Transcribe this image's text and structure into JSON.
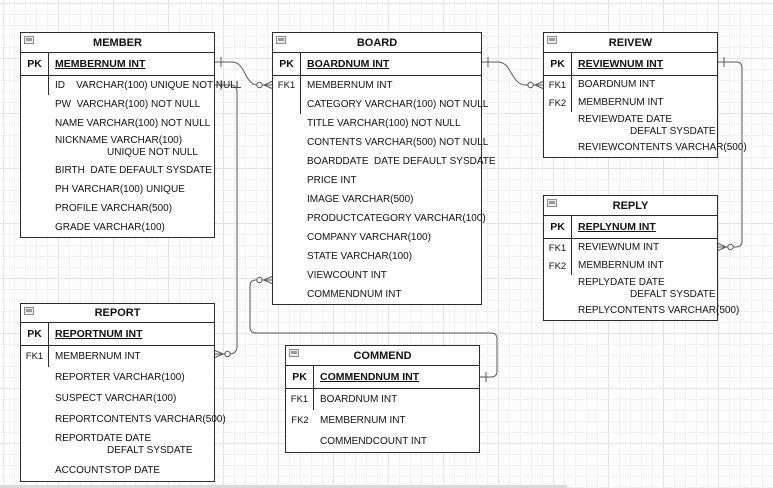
{
  "app": {
    "kind": "er-diagram",
    "canvas_background": "#fcfcfc",
    "grid_minor_color": "#f1f1f1",
    "grid_major_color": "#e3e3e3",
    "table_border_color": "#2b2b2b",
    "connector_color": "#595959"
  },
  "entities": [
    {
      "id": "member",
      "title": "MEMBER",
      "rows": [
        {
          "key": "PK",
          "text": "MEMBERNUM INT",
          "isPk": true
        },
        {
          "key": "",
          "text": "ID    VARCHAR(100) UNIQUE NOT NULL"
        },
        {
          "key": "",
          "text": "PW  VARCHAR(100) NOT NULL"
        },
        {
          "key": "",
          "text": "NAME VARCHAR(100) NOT NULL"
        },
        {
          "key": "",
          "text": "NICKNAME VARCHAR(100)",
          "text2": "UNIQUE NOT NULL"
        },
        {
          "key": "",
          "text": "BIRTH  DATE DEFAULT SYSDATE"
        },
        {
          "key": "",
          "text": "PH VARCHAR(100) UNIQUE"
        },
        {
          "key": "",
          "text": "PROFILE VARCHAR(500)"
        },
        {
          "key": "",
          "text": "GRADE VARCHAR(100)"
        }
      ]
    },
    {
      "id": "board",
      "title": "BOARD",
      "rows": [
        {
          "key": "PK",
          "text": "BOARDNUM INT",
          "isPk": true
        },
        {
          "key": "FK1",
          "text": "MEMBERNUM INT"
        },
        {
          "key": "",
          "text": "CATEGORY VARCHAR(100) NOT NULL"
        },
        {
          "key": "",
          "text": "TITLE VARCHAR(100) NOT NULL"
        },
        {
          "key": "",
          "text": "CONTENTS VARCHAR(500) NOT NULL"
        },
        {
          "key": "",
          "text": "BOARDDATE  DATE DEFAULT SYSDATE"
        },
        {
          "key": "",
          "text": "PRICE INT"
        },
        {
          "key": "",
          "text": "IMAGE VARCHAR(500)"
        },
        {
          "key": "",
          "text": "PRODUCTCATEGORY VARCHAR(100)"
        },
        {
          "key": "",
          "text": "COMPANY VARCHAR(100)"
        },
        {
          "key": "",
          "text": "STATE VARCHAR(100)"
        },
        {
          "key": "",
          "text": "VIEWCOUNT INT"
        },
        {
          "key": "",
          "text": "COMMENDNUM INT"
        }
      ]
    },
    {
      "id": "reivew",
      "title": "REIVEW",
      "rows": [
        {
          "key": "PK",
          "text": "REVIEWNUM INT",
          "isPk": true
        },
        {
          "key": "FK1",
          "text": "BOARDNUM INT"
        },
        {
          "key": "FK2",
          "text": "MEMBERNUM INT"
        },
        {
          "key": "",
          "text": "REVIEWDATE DATE",
          "text2": "DEFALT SYSDATE"
        },
        {
          "key": "",
          "text": "REVIEWCONTENTS VARCHAR(500)"
        }
      ]
    },
    {
      "id": "reply",
      "title": "REPLY",
      "rows": [
        {
          "key": "PK",
          "text": "REPLYNUM INT",
          "isPk": true
        },
        {
          "key": "FK1",
          "text": "REVIEWNUM INT"
        },
        {
          "key": "FK2",
          "text": "MEMBERNUM INT"
        },
        {
          "key": "",
          "text": "REPLYDATE DATE",
          "text2": "DEFALT SYSDATE"
        },
        {
          "key": "",
          "text": "REPLYCONTENTS VARCHAR(500)"
        }
      ]
    },
    {
      "id": "report",
      "title": "REPORT",
      "rows": [
        {
          "key": "PK",
          "text": "REPORTNUM INT",
          "isPk": true
        },
        {
          "key": "FK1",
          "text": "MEMBERNUM INT"
        },
        {
          "key": "",
          "text": "REPORTER VARCHAR(100)"
        },
        {
          "key": "",
          "text": "SUSPECT VARCHAR(100)"
        },
        {
          "key": "",
          "text": "REPORTCONTENTS VARCHAR(500)"
        },
        {
          "key": "",
          "text": "REPORTDATE DATE",
          "text2": "DEFALT SYSDATE"
        },
        {
          "key": "",
          "text": "ACCOUNTSTOP DATE"
        }
      ]
    },
    {
      "id": "commend",
      "title": "COMMEND",
      "rows": [
        {
          "key": "PK",
          "text": "COMMENDNUM INT",
          "isPk": true
        },
        {
          "key": "FK1",
          "text": "BOARDNUM INT"
        },
        {
          "key": "FK2",
          "text": "MEMBERNUM INT"
        },
        {
          "key": "",
          "text": "COMMENDCOUNT INT"
        }
      ]
    }
  ],
  "relationships": [
    {
      "id": "member-board",
      "from": "MEMBER.MEMBERNUM",
      "to": "BOARD.MEMBERNUM",
      "from_end": "one",
      "to_end": "zero-or-many"
    },
    {
      "id": "member-report",
      "from": "MEMBER.ID",
      "to": "REPORT.MEMBERNUM",
      "from_end": "one",
      "to_end": "zero-or-many"
    },
    {
      "id": "board-reivew",
      "from": "BOARD.BOARDNUM",
      "to": "REIVEW.BOARDNUM",
      "from_end": "one",
      "to_end": "zero-or-many"
    },
    {
      "id": "reivew-reply",
      "from": "REIVEW.REVIEWNUM",
      "to": "REPLY.REVIEWNUM",
      "from_end": "one",
      "to_end": "zero-or-many"
    },
    {
      "id": "commend-board",
      "from": "COMMEND.COMMENDNUM",
      "to": "BOARD.COMMENDNUM",
      "from_end": "one",
      "to_end": "zero-or-many"
    }
  ]
}
